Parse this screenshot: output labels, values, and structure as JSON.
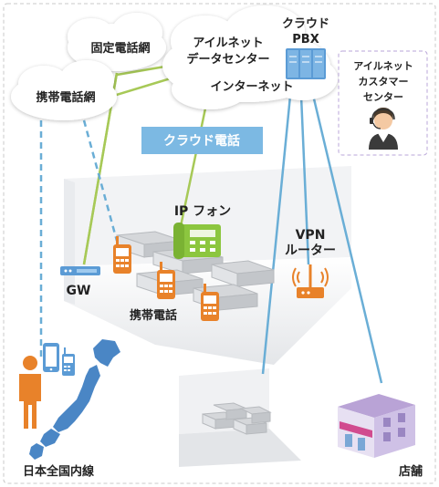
{
  "labels": {
    "fixed_network": "固定電話網",
    "mobile_network": "携帯電話網",
    "datacenter_line1": "アイルネット",
    "datacenter_line2": "データセンター",
    "internet": "インターネット",
    "cloud_pbx_line1": "クラウド",
    "cloud_pbx_line2": "PBX",
    "customer_center_line1": "アイルネット",
    "customer_center_line2": "カスタマー",
    "customer_center_line3": "センター",
    "cloud_phone": "クラウド電話",
    "ip_phone": "IP フォン",
    "vpn_line1": "VPN",
    "vpn_line2": "ルーター",
    "gw": "GW",
    "mobile_phone": "携帯電話",
    "japan_nationwide": "日本全国内線",
    "store": "店舗"
  },
  "colors": {
    "green_line": "#a7c957",
    "blue_line": "#6aaed6",
    "dashed_line": "#6aaed6",
    "banner": "#7cb9e3",
    "orange": "#e8822a",
    "phone_green": "#8cc63f",
    "customer_border": "#b9a6d8"
  }
}
